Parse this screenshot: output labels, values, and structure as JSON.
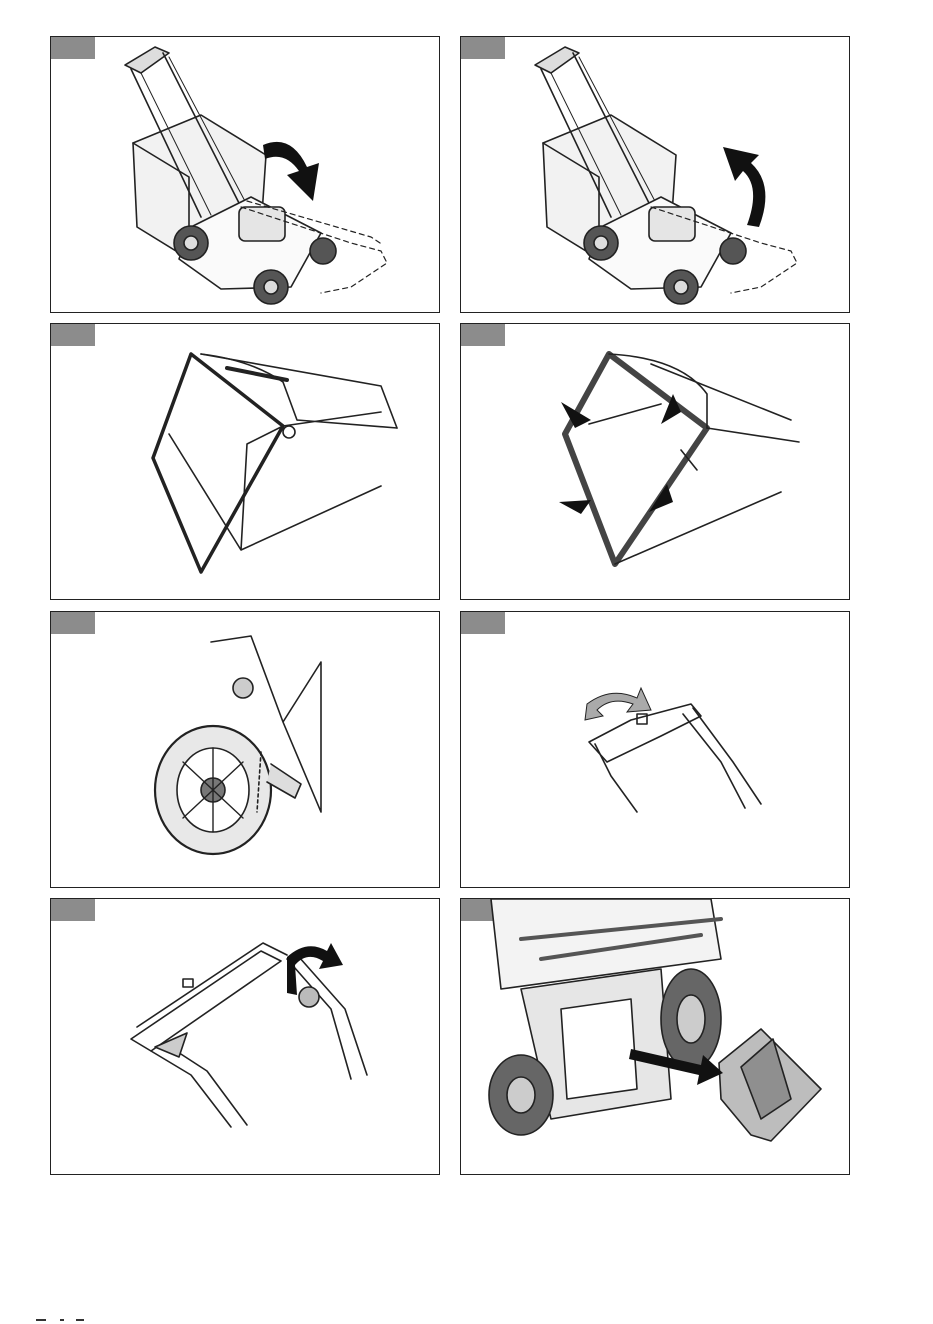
{
  "page": {
    "panels": [
      {
        "id": "fold-handle-down"
      },
      {
        "id": "unfold-handle-up"
      },
      {
        "id": "grass-bag-frame"
      },
      {
        "id": "grass-bag-clip-rotate"
      },
      {
        "id": "rear-wheel-height-lever"
      },
      {
        "id": "handle-top-knob"
      },
      {
        "id": "handle-cable-clip"
      },
      {
        "id": "mulch-plug-removal"
      }
    ]
  }
}
